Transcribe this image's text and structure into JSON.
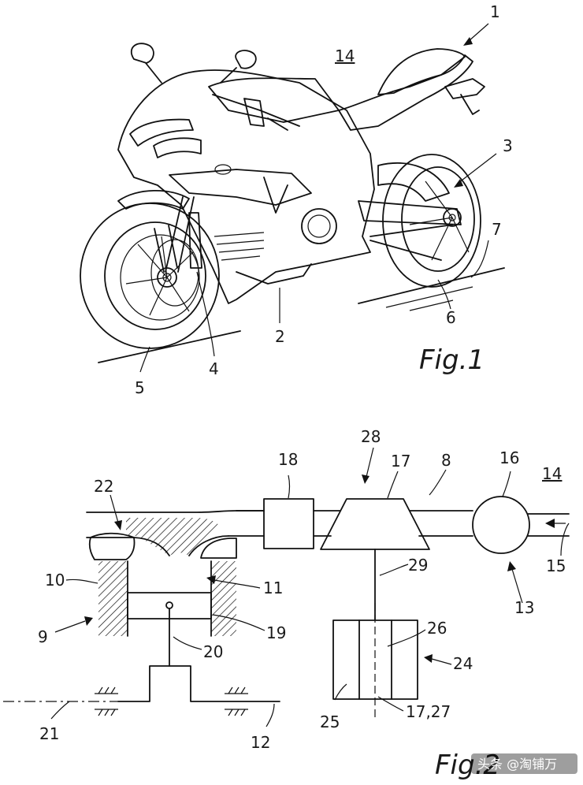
{
  "figure1": {
    "caption": "Fig.1",
    "ref_labels": {
      "l1": "1",
      "l14": "14",
      "l3": "3",
      "l7": "7",
      "l6": "6",
      "l2": "2",
      "l4": "4",
      "l5": "5"
    }
  },
  "figure2": {
    "caption": "Fig.2",
    "ref_labels": {
      "l28": "28",
      "l18": "18",
      "l17": "17",
      "l8": "8",
      "l16": "16",
      "l14": "14",
      "l22": "22",
      "l15": "15",
      "l29": "29",
      "l10": "10",
      "l11": "11",
      "l13": "13",
      "l19": "19",
      "l9": "9",
      "l26": "26",
      "l20": "20",
      "l24": "24",
      "l25": "25",
      "l17_27": "17,27",
      "l21": "21",
      "l12": "12"
    }
  },
  "watermark": {
    "text": "头条 @淘铺万"
  }
}
